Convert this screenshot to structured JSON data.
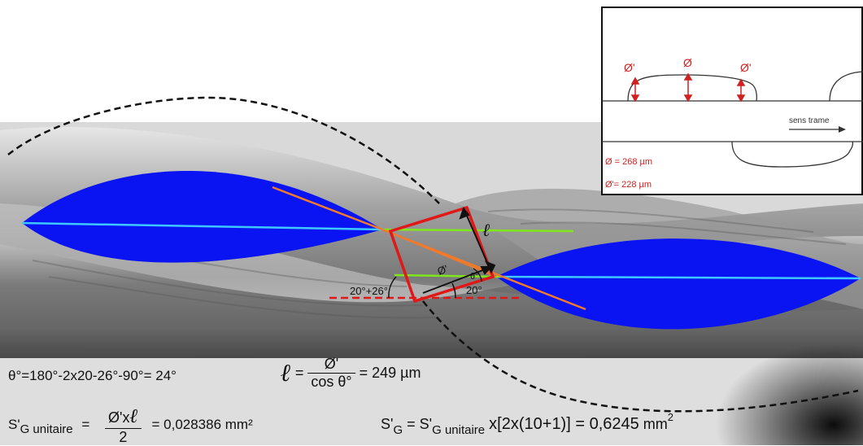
{
  "colors": {
    "ellipse_fill": "#0a14f2",
    "axis_line": "#3ec8ff",
    "green_line": "#7fe61a",
    "orange_line": "#f07a2a",
    "red_rect": "#e01818",
    "red_dashed": "#e01818",
    "black_dashed": "#111111",
    "inset_red": "#d02020"
  },
  "labels": {
    "ell": "ℓ",
    "phi_prime": "Ø'",
    "theta": "θ°",
    "angle_left": "20°+26°",
    "angle_right": "20°"
  },
  "inset": {
    "phi_prime_left": "Ø'",
    "phi": "Ø",
    "phi_prime_right": "Ø'",
    "sens_trame": "sens trame",
    "phi_value": "Ø = 268 µm",
    "phi_prime_value": "Ø'= 228 µm"
  },
  "equations": {
    "theta": "θ°=180°-2x20-26°-90°= 24°",
    "ell_symbol": "ℓ",
    "ell_equals": "=",
    "ell_num": "Ø'",
    "ell_den": "cos θ°",
    "ell_result": "= 249 µm",
    "sg_label": "S'",
    "sg_sub": "G unitaire",
    "sg_equals": "=",
    "sg_num_a": "Ø'x",
    "sg_num_b": "ℓ",
    "sg_den": "2",
    "sg_result": "= 0,028386 mm²",
    "total_label": "S'",
    "total_sub": "G",
    "total_eq": "= S'",
    "total_sub2": "G unitaire",
    "total_rhs": "x[2x(10+1)] = 0,6245",
    "total_unit": "mm",
    "total_unit_sup": "2"
  }
}
